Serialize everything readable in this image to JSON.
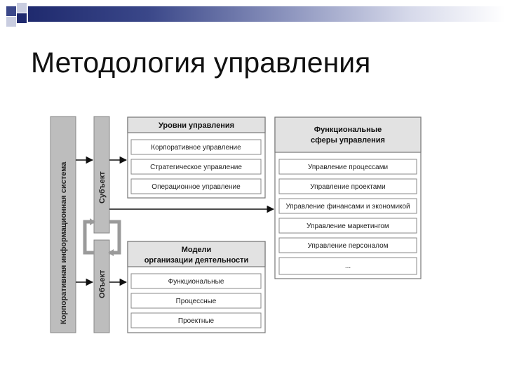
{
  "slide": {
    "title": "Методология управления",
    "accent_dark": "#1f2a6e",
    "accent_light": "#d6d9ea"
  },
  "diagram": {
    "system_label": "Корпоративная информационная система",
    "subject_label": "Субъект",
    "object_label": "Объект",
    "levels": {
      "header": "Уровни управления",
      "items": [
        "Корпоративное управление",
        "Стратегическое управление",
        "Операционное управление"
      ]
    },
    "models": {
      "header_line1": "Модели",
      "header_line2": "организации деятельности",
      "items": [
        "Функциональные",
        "Процессные",
        "Проектные"
      ]
    },
    "spheres": {
      "header_line1": "Функциональные",
      "header_line2": "сферы управления",
      "items": [
        "Управление процессами",
        "Управление проектами",
        "Управление финансами и экономикой",
        "Управление маркетингом",
        "Управление персоналом",
        "..."
      ]
    }
  }
}
